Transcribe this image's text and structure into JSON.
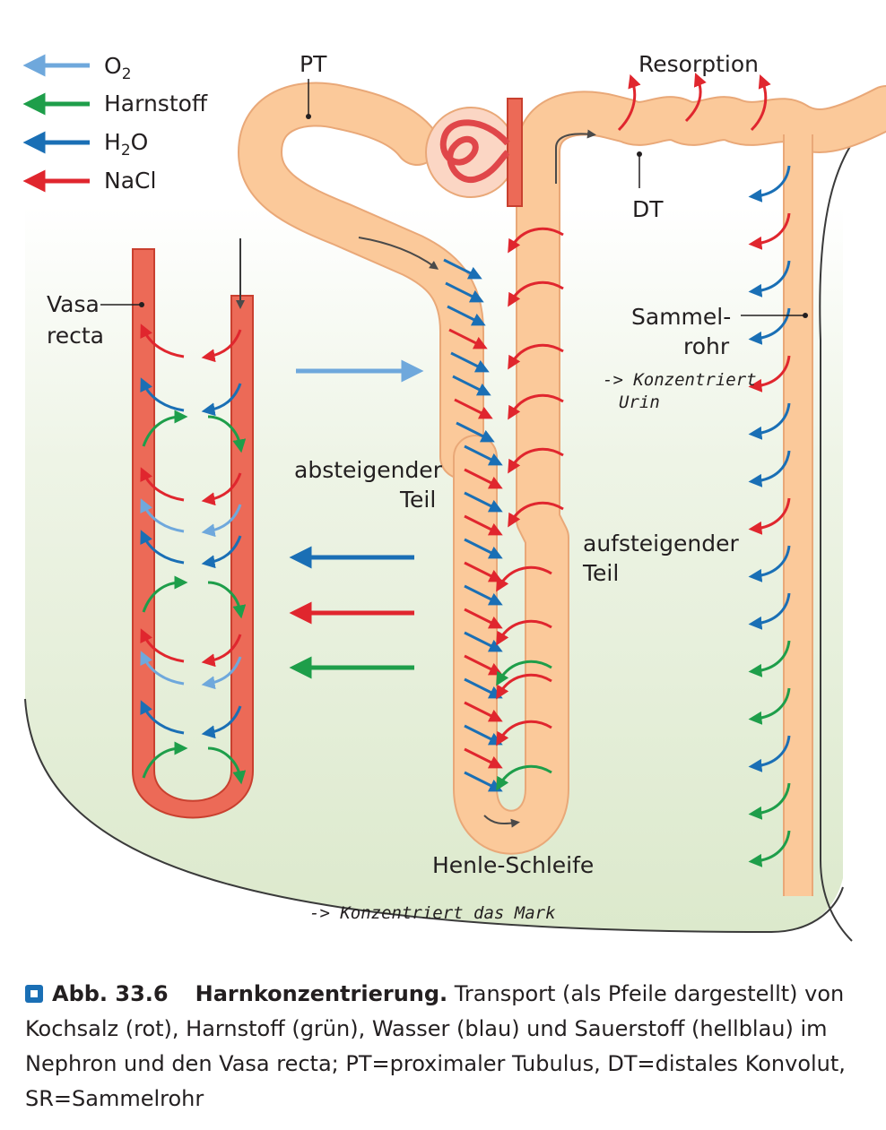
{
  "legend": [
    {
      "key": "o2",
      "text": "O",
      "sub": "2",
      "color": "#6fa8dc"
    },
    {
      "key": "harnstoff",
      "text": "Harnstoff",
      "color": "#1e9e4a"
    },
    {
      "key": "h2o",
      "text": "H",
      "sub": "2",
      "text2": "O",
      "color": "#1a6fb5"
    },
    {
      "key": "nacl",
      "text": "NaCl",
      "color": "#e0262e"
    }
  ],
  "labels": {
    "pt": "PT",
    "resorption": "Resorption",
    "dt": "DT",
    "vasa_recta_1": "Vasa",
    "vasa_recta_2": "recta",
    "sammelrohr_1": "Sammel-",
    "sammelrohr_2": "rohr",
    "absteigender_1": "absteigender",
    "absteigender_2": "Teil",
    "aufsteigender_1": "aufsteigender",
    "aufsteigender_2": "Teil",
    "henle": "Henle-Schleife",
    "note_urin_1": "-> Konzentriert",
    "note_urin_2": "Urin",
    "note_mark": "-> Konzentriert das Mark"
  },
  "caption": {
    "number": "Abb. 33.6",
    "title": "Harnkonzentrierung.",
    "text": " Transport (als Pfeile dargestellt) von Kochsalz (rot), Harnstoff (grün), Wasser (blau) und Sauerstoff (hellblau) im Nephron und den Vasa recta; PT=proximaler Tubulus, DT=distales Konvolut, SR=Sammelrohr"
  },
  "colors": {
    "o2": "#6fa8dc",
    "harnstoff": "#1e9e4a",
    "h2o": "#1a6fb5",
    "nacl": "#e0262e",
    "tubule": "#fbc99a",
    "tubule_edge": "#e9a878",
    "vessel": "#ec6a57",
    "vessel_edge": "#c9402f",
    "medulla": "#e6f0d8",
    "caption_accent": "#1a6fb5"
  }
}
